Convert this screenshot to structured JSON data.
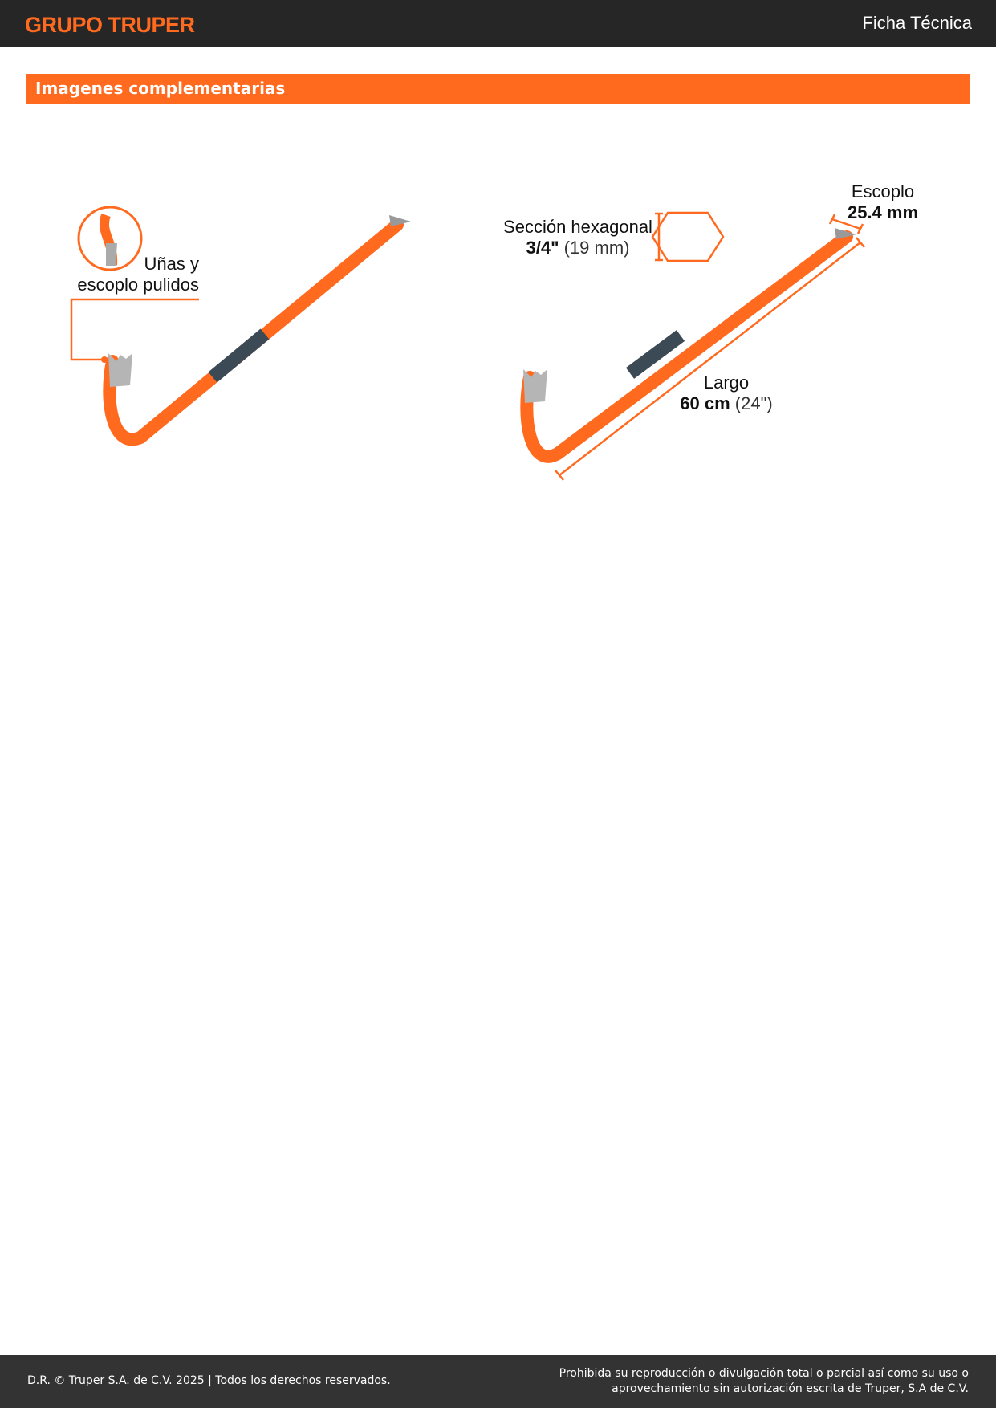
{
  "header": {
    "logo": "GRUPO TRUPER",
    "title": "Ficha Técnica"
  },
  "section": {
    "title": "Imagenes complementarias"
  },
  "left_image": {
    "callout_line1": "Uñas y",
    "callout_line2": "escoplo pulidos"
  },
  "right_image": {
    "hex_label": "Sección hexagonal",
    "hex_size": "3/4\"",
    "hex_size_mm": "(19 mm)",
    "chisel_label": "Escoplo",
    "chisel_size": "25.4 mm",
    "length_label": "Largo",
    "length_cm": "60 cm",
    "length_in": "(24\")"
  },
  "colors": {
    "accent": "#ff6a1f",
    "header": "#262626",
    "footer": "#333333"
  },
  "footer": {
    "left": "D.R. © Truper S.A. de C.V. 2025 | Todos los derechos reservados.",
    "right_line1": "Prohibida su reproducción o divulgación total o parcial así como su uso o",
    "right_line2": "aprovechamiento sin autorización escrita de Truper, S.A de C.V."
  }
}
